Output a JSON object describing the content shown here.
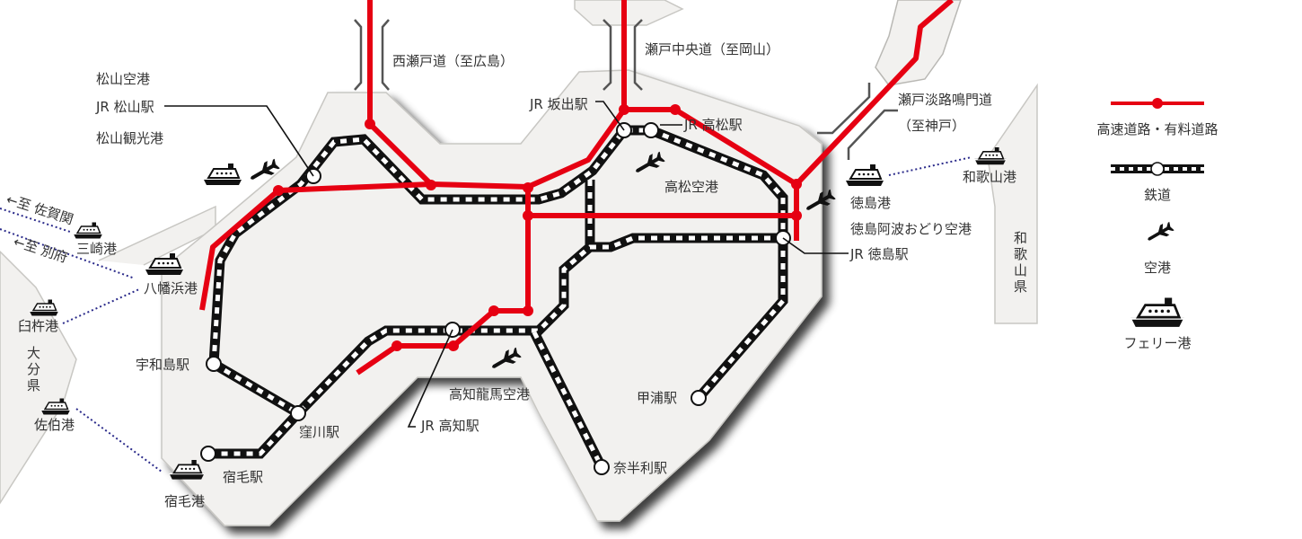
{
  "map": {
    "colors": {
      "highway": "#e60012",
      "rail": "#111111",
      "land": "#f2f1ef",
      "ferry_route": "#2a2a8a",
      "text": "#333333"
    },
    "bridges": {
      "nishiseto": "西瀬戸道（至広島）",
      "setochuo": "瀬戸中央道（至岡山）",
      "setoawaji_1": "瀬戸淡路鳴門道",
      "setoawaji_2": "（至神戸）"
    },
    "matsuyama": {
      "airport": "松山空港",
      "station": "JR 松山駅",
      "port": "松山観光港"
    },
    "stations": {
      "sakaide": "JR 坂出駅",
      "takamatsu": "JR 高松駅",
      "tokushima": "JR 徳島駅",
      "kochi": "JR 高知駅",
      "uwajima": "宇和島駅",
      "kubokawa": "窪川駅",
      "sukumo": "宿毛駅",
      "kannoura": "甲浦駅",
      "nahari": "奈半利駅"
    },
    "airports": {
      "takamatsu": "高松空港",
      "kochi": "高知龍馬空港",
      "tokushima": "徳島阿波おどり空港"
    },
    "ports": {
      "tokushima": "徳島港",
      "wakayama": "和歌山港",
      "misaki": "三崎港",
      "yawatahama": "八幡浜港",
      "usuki": "臼杵港",
      "saiki": "佐伯港",
      "sukumo": "宿毛港"
    },
    "routes": {
      "to_saganoseki": "←至 佐賀関",
      "to_beppu": "←至 別府"
    },
    "prefectures": {
      "wakayama": [
        "和",
        "歌",
        "山",
        "県"
      ],
      "oita": [
        "大",
        "分",
        "県"
      ]
    }
  },
  "legend": {
    "highway": "高速道路・有料道路",
    "rail": "鉄道",
    "airport": "空港",
    "ferry": "フェリー港"
  }
}
